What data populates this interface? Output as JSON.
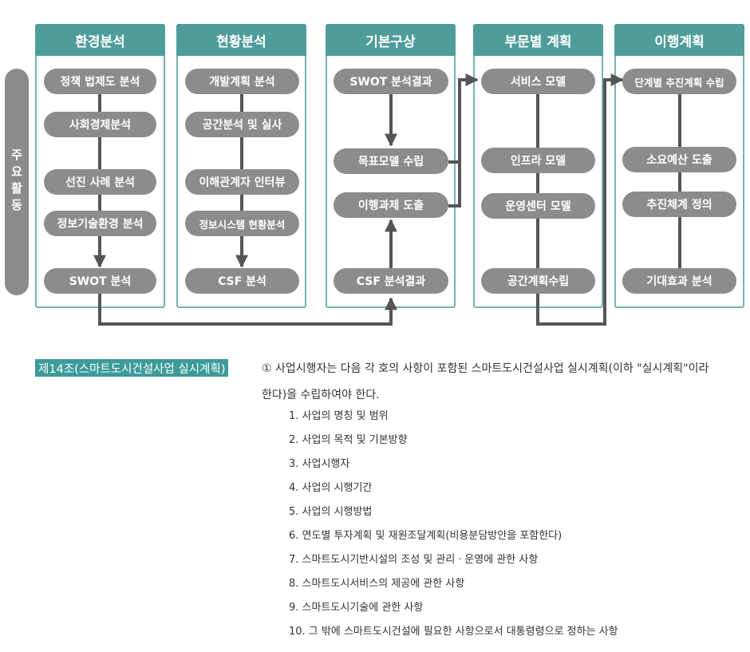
{
  "side_label": "주요활동",
  "columns": [
    {
      "id": "env",
      "header": "환경분석",
      "items": [
        "정책 법제도 분석",
        "사회경제분석",
        "선진 사례 분석",
        "정보기술환경 분석",
        "SWOT 분석"
      ]
    },
    {
      "id": "cur",
      "header": "현황분석",
      "items": [
        "개발계획 분석",
        "공간분석 및 실사",
        "이해관계자 인터뷰",
        "정보시스템 현황분석",
        "CSF 분석"
      ]
    },
    {
      "id": "basic",
      "header": "기본구상",
      "items": [
        "SWOT 분석결과",
        "목표모델 수립",
        "이행과제 도출",
        "CSF 분석결과"
      ]
    },
    {
      "id": "sector",
      "header": "부문별 계획",
      "items": [
        "서비스 모델",
        "인프라 모델",
        "운영센터 모델",
        "공간계획수립"
      ]
    },
    {
      "id": "impl",
      "header": "이행계획",
      "items": [
        "단계별 추진계획 수립",
        "소요예산 도출",
        "추진체계 정의",
        "기대효과 분석"
      ]
    }
  ],
  "article": {
    "tag": "제14조(스마트도시건설사업 실시계획)",
    "line1": "① 사업시행자는 다음 각 호의 사항이 포함된 스마트도시건설사업 실시계획(이하 \"실시계획\"이라",
    "line2": "한다)을 수립하여야 한다.",
    "items": [
      "1. 사업의 명칭 및 범위",
      "2. 사업의 목적 및 기본방향",
      "3. 사업시행자",
      "4. 사업의 시행기간",
      "5. 사업의 시행방법",
      "6. 연도별 투자계획 및 재원조달계획(비용분담방안을 포함한다)",
      "7. 스마트도시기반시설의 조성 및 관리ㆍ운영에 관한 사항",
      "8. 스마트도시서비스의 제공에 관한 사항",
      "9. 스마트도시기술에 관한 사항",
      "10. 그 밖에 스마트도시건설에 필요한 사항으로서 대통령령으로 정하는 사항"
    ]
  },
  "colors": {
    "header": "#4f9d9b",
    "border": "#76b3b1",
    "pill": "#8c8c8c",
    "line": "#555555",
    "tag": "#3d9b9a"
  }
}
